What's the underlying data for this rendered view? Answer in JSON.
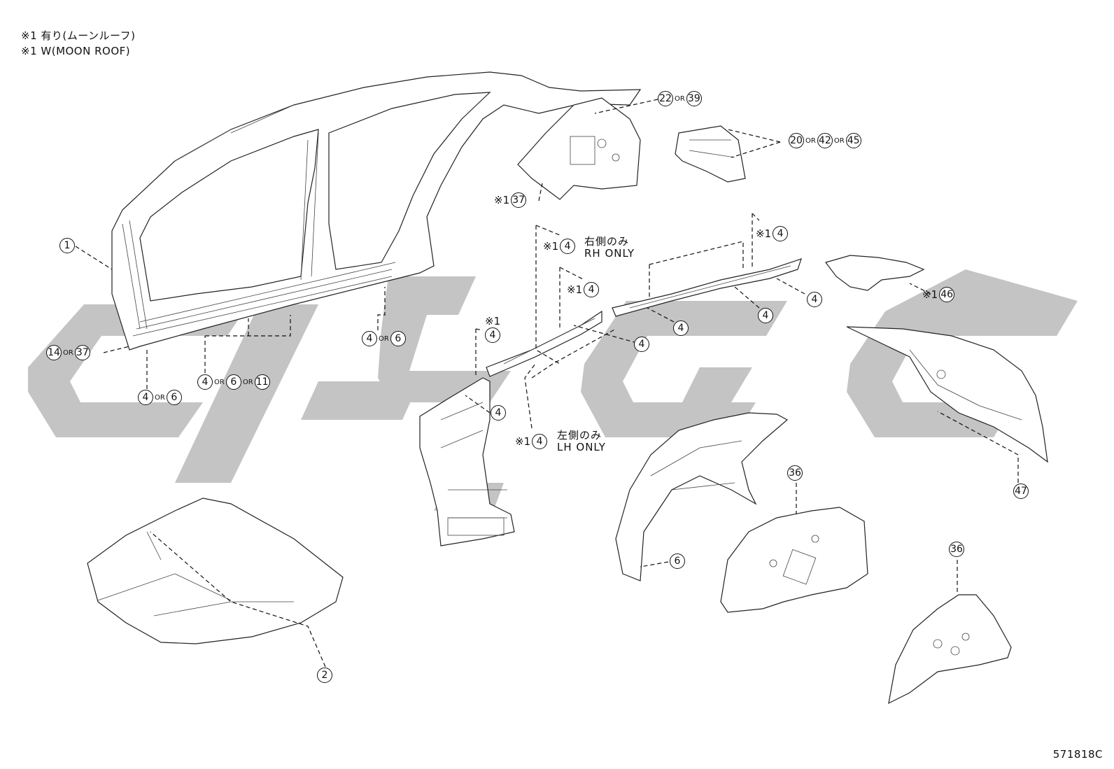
{
  "notes": [
    "※1 有り(ムーンルーフ)",
    "※1 W(MOON ROOF)"
  ],
  "footer_code": "571818C",
  "callouts": [
    {
      "id": "c1",
      "prefix": "",
      "items": [
        "1"
      ]
    },
    {
      "id": "c2",
      "prefix": "",
      "items": [
        "14",
        "37"
      ]
    },
    {
      "id": "c3",
      "prefix": "",
      "items": [
        "4",
        "6"
      ]
    },
    {
      "id": "c4",
      "prefix": "",
      "items": [
        "4",
        "6",
        "11"
      ]
    },
    {
      "id": "c5",
      "prefix": "",
      "items": [
        "4",
        "6"
      ]
    },
    {
      "id": "c6",
      "prefix": "",
      "items": [
        "22",
        "39"
      ]
    },
    {
      "id": "c7",
      "prefix": "",
      "items": [
        "20",
        "42",
        "45"
      ]
    },
    {
      "id": "c8",
      "prefix": "※1",
      "items": [
        "37"
      ]
    },
    {
      "id": "c9",
      "prefix": "※1",
      "items": [
        "4"
      ]
    },
    {
      "id": "c10",
      "prefix": "※1",
      "items": [
        "4"
      ]
    },
    {
      "id": "c11",
      "prefix": "※1",
      "items": [
        "4"
      ]
    },
    {
      "id": "c12",
      "prefix": "",
      "items": [
        "4"
      ]
    },
    {
      "id": "c13",
      "prefix": "",
      "items": [
        "4"
      ]
    },
    {
      "id": "c14",
      "prefix": "",
      "items": [
        "4"
      ]
    },
    {
      "id": "c15",
      "prefix": "",
      "items": [
        "4"
      ]
    },
    {
      "id": "c16",
      "prefix": "",
      "items": [
        "4"
      ]
    },
    {
      "id": "c17",
      "prefix": "※1",
      "items": [
        "4"
      ]
    },
    {
      "id": "c18",
      "prefix": "※1",
      "items": [
        "46"
      ]
    },
    {
      "id": "c19",
      "prefix": "",
      "items": [
        "47"
      ]
    },
    {
      "id": "c20",
      "prefix": "",
      "items": [
        "36"
      ]
    },
    {
      "id": "c21",
      "prefix": "",
      "items": [
        "6"
      ]
    },
    {
      "id": "c22",
      "prefix": "",
      "items": [
        "36"
      ]
    },
    {
      "id": "c23",
      "prefix": "",
      "items": [
        "2"
      ]
    },
    {
      "id": "c24",
      "prefix": "※1",
      "items": [
        "4"
      ]
    }
  ],
  "separator": "OR",
  "side_labels": {
    "rh": "右側のみ\nRH ONLY",
    "lh": "左側のみ\nLH ONLY"
  }
}
